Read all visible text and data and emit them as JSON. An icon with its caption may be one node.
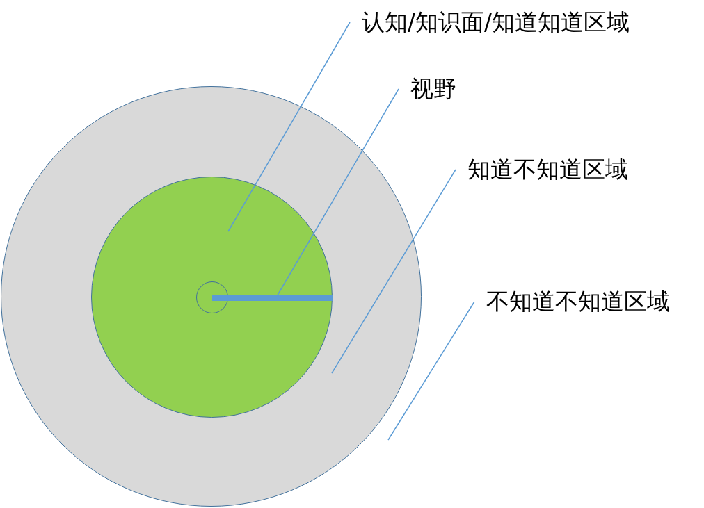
{
  "diagram": {
    "nodes": [
      {
        "text": [],
        "shape": "circle"
      },
      {
        "text": [],
        "shape": "circle",
        "in": 0
      },
      {
        "text": [],
        "shape": "circle",
        "in": 1
      },
      {
        "text": [],
        "shape": "bar",
        "in": 1
      },
      {
        "text": [
          "认知/知识面/知道知道区域"
        ]
      },
      {
        "text": [
          "视野"
        ]
      },
      {
        "text": [
          "知道不知道区域"
        ]
      },
      {
        "text": [
          "不知道不知道区域"
        ]
      }
    ],
    "edges": [
      {
        "from": 4,
        "to": 1,
        "arrow": "none"
      },
      {
        "from": 5,
        "to": 3,
        "arrow": "none"
      },
      {
        "from": 6,
        "to": 0,
        "arrow": "none"
      },
      {
        "from": 7,
        "to": null,
        "arrow": "none"
      }
    ]
  }
}
